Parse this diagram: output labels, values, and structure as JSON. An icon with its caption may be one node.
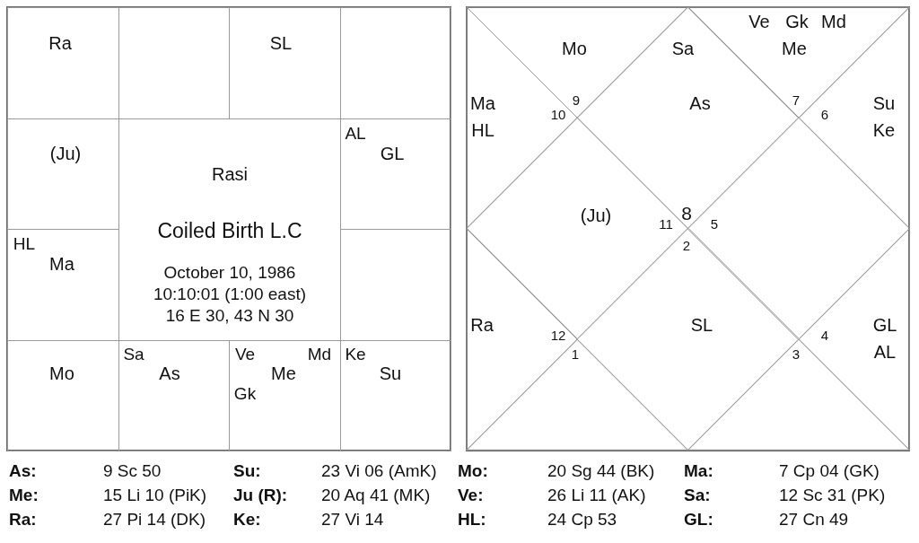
{
  "diagram": {
    "nodes": [
      {
        "text": [
          "Ra"
        ]
      },
      {
        "text": [],
        "shape": "box"
      },
      {
        "text": [
          "SL"
        ]
      },
      {
        "text": [],
        "shape": "box"
      },
      {
        "text": [
          "(Ju)"
        ]
      },
      {
        "text": [
          "Rasi",
          "Coiled Birth L.C",
          "October 10, 1986",
          "10:10:01 (1:00 east)",
          "16 E 30, 43 N 30"
        ]
      },
      {
        "text": [
          "AL",
          "GL"
        ]
      },
      {
        "text": [
          "HL",
          "Ma"
        ]
      },
      {
        "text": [],
        "shape": "box"
      },
      {
        "text": [
          "Mo"
        ]
      },
      {
        "text": [
          "Sa",
          "As"
        ]
      },
      {
        "text": [
          "Ve",
          "Md",
          "Me",
          "Gk"
        ]
      },
      {
        "text": [
          "Ke",
          "Su"
        ]
      },
      {
        "text": [
          "Mo",
          "9"
        ]
      },
      {
        "text": [
          "Sa",
          "As",
          "8"
        ]
      },
      {
        "text": [
          "Ve",
          "Gk",
          "Md",
          "Me",
          "7"
        ]
      },
      {
        "text": [
          "Ma",
          "10",
          "HL"
        ]
      },
      {
        "text": [
          "6",
          "Su",
          "Ke"
        ]
      },
      {
        "text": [
          "(Ju)",
          "11"
        ]
      },
      {
        "text": [
          "5"
        ]
      },
      {
        "text": [
          "Ra",
          "12"
        ]
      },
      {
        "text": [
          "GL",
          "4",
          "AL"
        ]
      },
      {
        "text": [
          "2",
          "SL"
        ]
      },
      {
        "text": [
          "1"
        ]
      },
      {
        "text": [
          "3"
        ]
      }
    ],
    "labels": [
      "As:",
      "9 Sc 50",
      "Su:",
      "23 Vi 06 (AmK)",
      "Mo:",
      "20 Sg 44 (BK)",
      "Ma:",
      "7 Cp 04 (GK)",
      "Me:",
      "15 Li 10 (PiK)",
      "Ju (R):",
      "20 Aq 41 (MK)",
      "Ve:",
      "26 Li 11 (AK)",
      "Sa:",
      "12 Sc 31 (PK)",
      "Ra:",
      "27 Pi 14 (DK)",
      "Ke:",
      "27 Vi 14",
      "HL:",
      "24 Cp 53",
      "GL:",
      "27 Cn 49"
    ]
  }
}
